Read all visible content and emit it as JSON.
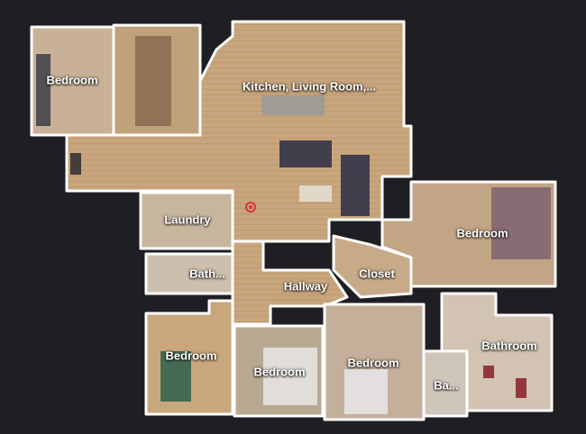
{
  "rooms": {
    "bedroom_nw": "Bedroom",
    "kitchen": "Kitchen, Living Room,...",
    "laundry": "Laundry",
    "bath_small": "Bath...",
    "bedroom_east": "Bedroom",
    "closet": "Closet",
    "hallway": "Hallway",
    "bedroom_sw": "Bedroom",
    "bedroom_s1": "Bedroom",
    "bedroom_s2": "Bedroom",
    "bath_tiny": "Ba...",
    "bathroom": "Bathroom"
  },
  "colors": {
    "background": "#1f1f23",
    "floor": "#c9a77f",
    "floor_dark": "#b89468",
    "wall": "#ffffff",
    "marker": "#e0303a"
  },
  "icons": {
    "marker": "location-marker-icon"
  }
}
